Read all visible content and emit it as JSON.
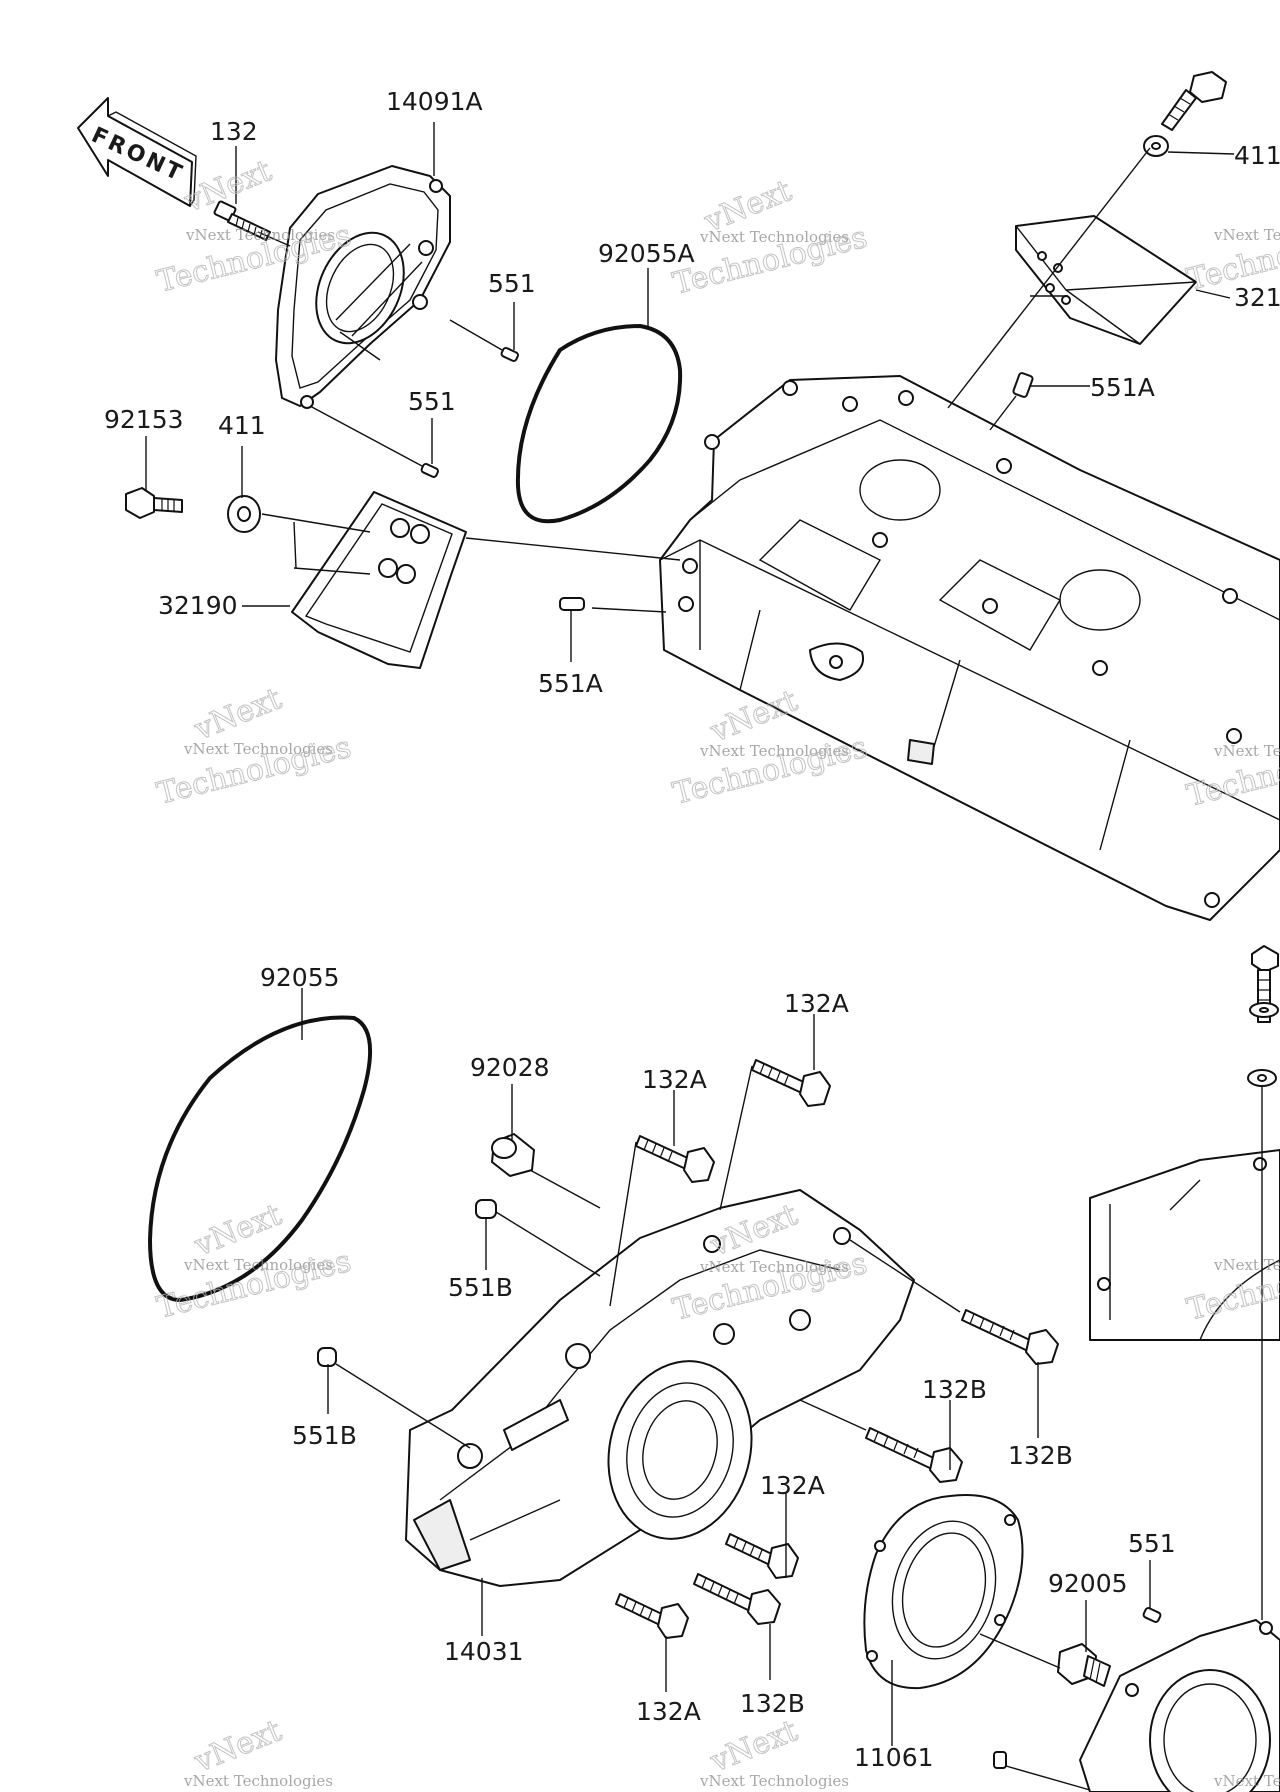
{
  "front_arrow": {
    "label": "FRONT"
  },
  "callouts": [
    {
      "id": "c1",
      "text": "14091A"
    },
    {
      "id": "c2",
      "text": "132"
    },
    {
      "id": "c3",
      "text": "551"
    },
    {
      "id": "c4",
      "text": "92055A"
    },
    {
      "id": "c5",
      "text": "551"
    },
    {
      "id": "c6",
      "text": "92153"
    },
    {
      "id": "c7",
      "text": "411"
    },
    {
      "id": "c8",
      "text": "32190"
    },
    {
      "id": "c9",
      "text": "551A"
    },
    {
      "id": "c10",
      "text": "551A"
    },
    {
      "id": "c11",
      "text": "411"
    },
    {
      "id": "c12",
      "text": "321"
    },
    {
      "id": "c13",
      "text": "92055"
    },
    {
      "id": "c14",
      "text": "132A"
    },
    {
      "id": "c15",
      "text": "92028"
    },
    {
      "id": "c16",
      "text": "132A"
    },
    {
      "id": "c17",
      "text": "551B"
    },
    {
      "id": "c18",
      "text": "551B"
    },
    {
      "id": "c19",
      "text": "132B"
    },
    {
      "id": "c20",
      "text": "132B"
    },
    {
      "id": "c21",
      "text": "132A"
    },
    {
      "id": "c22",
      "text": "551"
    },
    {
      "id": "c23",
      "text": "92005"
    },
    {
      "id": "c24",
      "text": "14031"
    },
    {
      "id": "c25",
      "text": "132A"
    },
    {
      "id": "c26",
      "text": "132B"
    },
    {
      "id": "c27",
      "text": "11061"
    }
  ],
  "watermark": {
    "small": "vNext Technologies",
    "large": "Technologies",
    "tag": "vNext"
  }
}
